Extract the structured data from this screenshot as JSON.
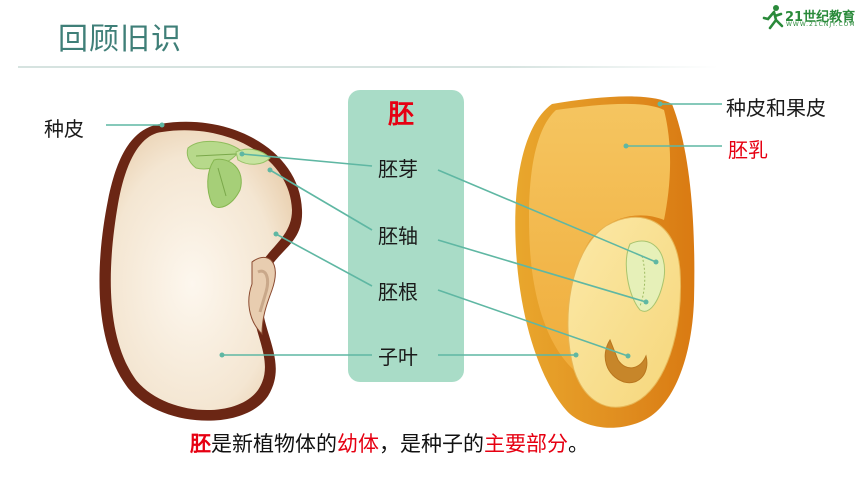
{
  "header": {
    "title": "回顾旧识",
    "logo_text": "21世纪教育",
    "logo_sub": "WWW.21CNJY.COM"
  },
  "center_box": {
    "title": "胚",
    "parts": [
      "胚芽",
      "胚轴",
      "胚根",
      "子叶"
    ]
  },
  "left_labels": {
    "seed_coat": "种皮"
  },
  "right_labels": {
    "seed_coat_and_pericarp": "种皮和果皮",
    "endosperm": "胚乳"
  },
  "colors": {
    "accent_teal": "#3f7f78",
    "box_green": "#a9dcc7",
    "red": "#e60012",
    "line": "#5fb7a3"
  },
  "bottom_sentence": {
    "p1": "胚",
    "p2": "是新植物体的",
    "p3": "幼体",
    "p4": "，是种子的",
    "p5": "主要部分",
    "p6": "。"
  }
}
